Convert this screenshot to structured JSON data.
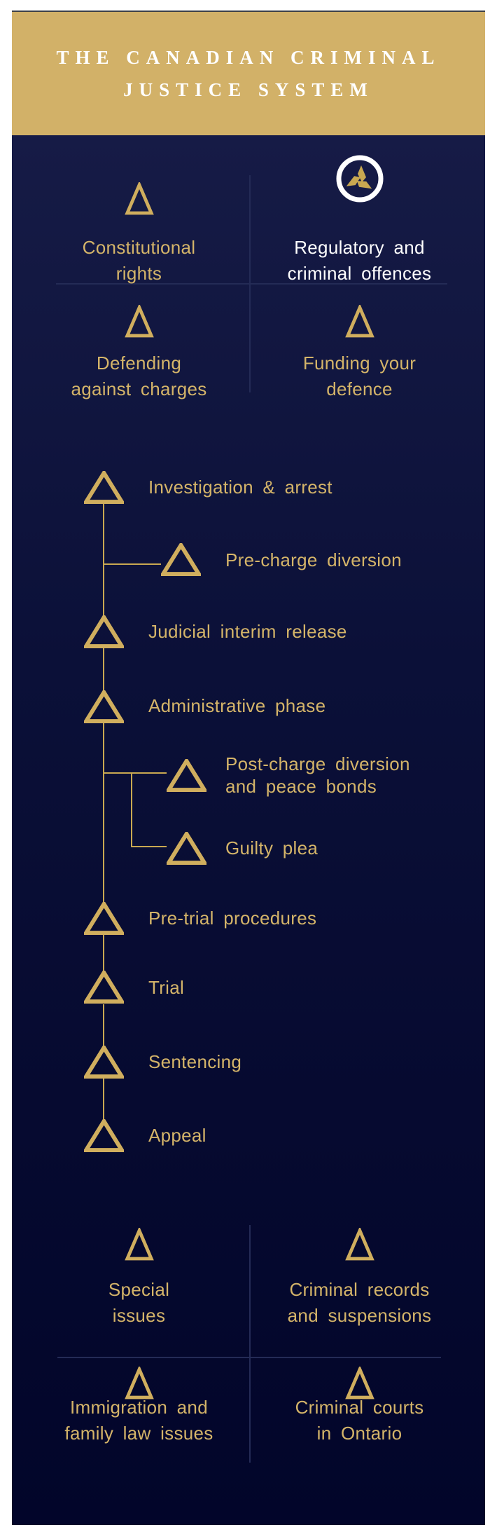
{
  "header": {
    "title_line1": "THE CANADIAN CRIMINAL",
    "title_line2": "JUSTICE SYSTEM"
  },
  "colors": {
    "banner_gold": "#d2b168",
    "navy_background": "#0a0e36",
    "label_gold": "#d4b469",
    "line_gold": "#c9a851",
    "active_white": "#ffffff",
    "grid_divider": "#242b56"
  },
  "top_grid": {
    "items": [
      {
        "line1": "Constitutional",
        "line2": "rights",
        "icon": "triangle-icon",
        "active": false
      },
      {
        "line1": "Regulatory and",
        "line2": "criminal offences",
        "icon": "firm-logo-icon",
        "active": true
      },
      {
        "line1": "Defending",
        "line2": "against charges",
        "icon": "triangle-icon",
        "active": false
      },
      {
        "line1": "Funding your",
        "line2": "defence",
        "icon": "triangle-icon",
        "active": false
      }
    ]
  },
  "flowchart": {
    "items": [
      {
        "label": "Investigation & arrest",
        "type": "main"
      },
      {
        "label": "Pre-charge diversion",
        "type": "branch"
      },
      {
        "label": "Judicial interim release",
        "type": "main"
      },
      {
        "label": "Administrative phase",
        "type": "main"
      },
      {
        "line1": "Post-charge diversion",
        "line2": "and peace bonds",
        "type": "branch"
      },
      {
        "label": "Guilty plea",
        "type": "branch"
      },
      {
        "label": "Pre-trial procedures",
        "type": "main"
      },
      {
        "label": "Trial",
        "type": "main"
      },
      {
        "label": "Sentencing",
        "type": "main"
      },
      {
        "label": "Appeal",
        "type": "main"
      }
    ]
  },
  "bottom_grid": {
    "items": [
      {
        "line1": "Special",
        "line2": "issues",
        "icon": "triangle-icon"
      },
      {
        "line1": "Criminal records",
        "line2": "and suspensions",
        "icon": "triangle-icon"
      },
      {
        "line1": "Immigration and",
        "line2": "family law issues",
        "icon": "triangle-icon"
      },
      {
        "line1": "Criminal courts",
        "line2": "in Ontario",
        "icon": "triangle-icon"
      }
    ]
  }
}
